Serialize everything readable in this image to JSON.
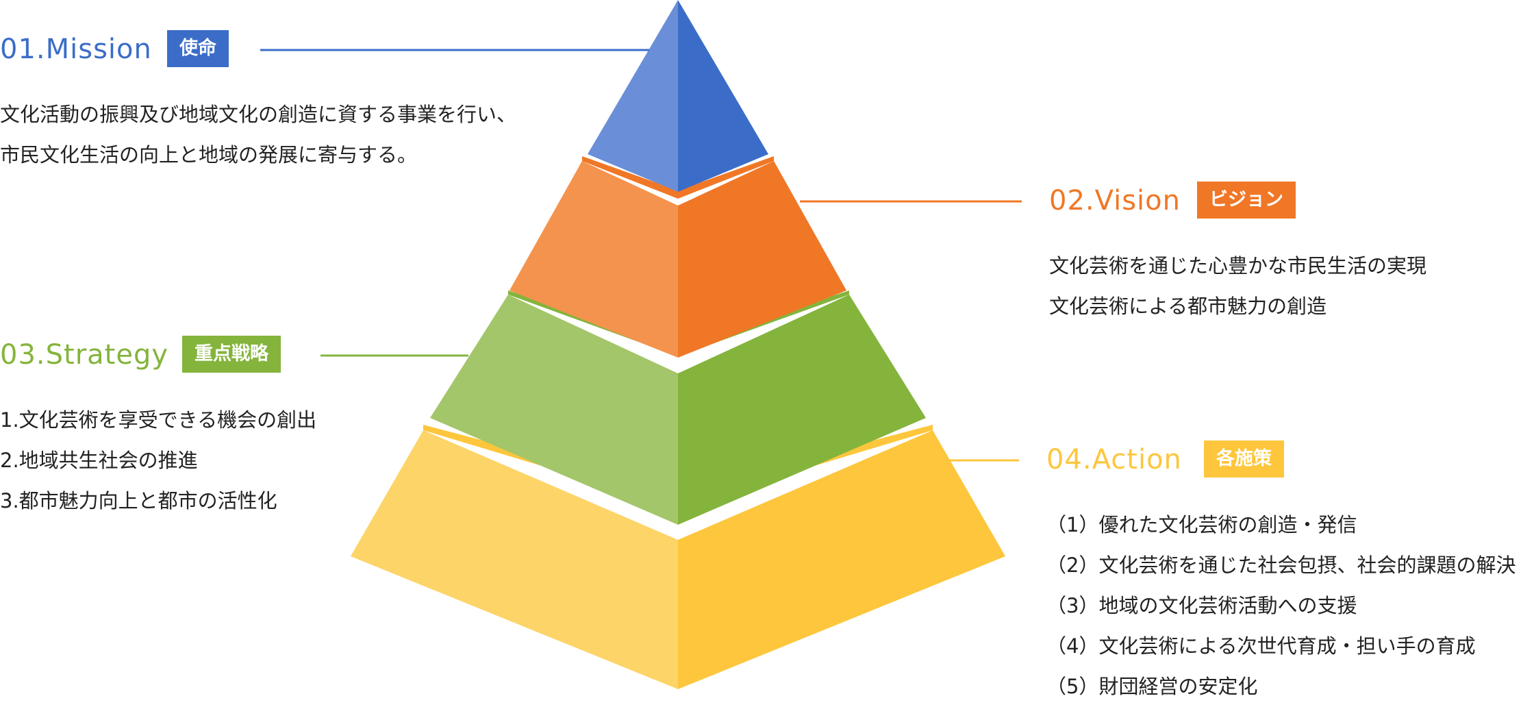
{
  "colors": {
    "mission": "#3b6dc8",
    "mission_light": "#6a8fd8",
    "vision": "#f07726",
    "vision_light": "#f4934d",
    "strategy": "#84b43c",
    "strategy_light": "#a3c66a",
    "action": "#fdc63c",
    "action_light": "#fdd468"
  },
  "mission": {
    "title": "01.Mission",
    "badge": "使命",
    "lines": [
      "文化活動の振興及び地域文化の創造に資する事業を行い、",
      "市民文化生活の向上と地域の発展に寄与する。"
    ]
  },
  "vision": {
    "title": "02.Vision",
    "badge": "ビジョン",
    "lines": [
      "文化芸術を通じた心豊かな市民生活の実現",
      "文化芸術による都市魅力の創造"
    ]
  },
  "strategy": {
    "title": "03.Strategy",
    "badge": "重点戦略",
    "lines": [
      "1.文化芸術を享受できる機会の創出",
      "2.地域共生社会の推進",
      "3.都市魅力向上と都市の活性化"
    ]
  },
  "action": {
    "title": "04.Action",
    "badge": "各施策",
    "lines": [
      "（1）優れた文化芸術の創造・発信",
      "（2）文化芸術を通じた社会包摂、社会的課題の解決",
      "（3）地域の文化芸術活動への支援",
      "（4）文化芸術による次世代育成・担い手の育成",
      "（5）財団経営の安定化"
    ]
  }
}
